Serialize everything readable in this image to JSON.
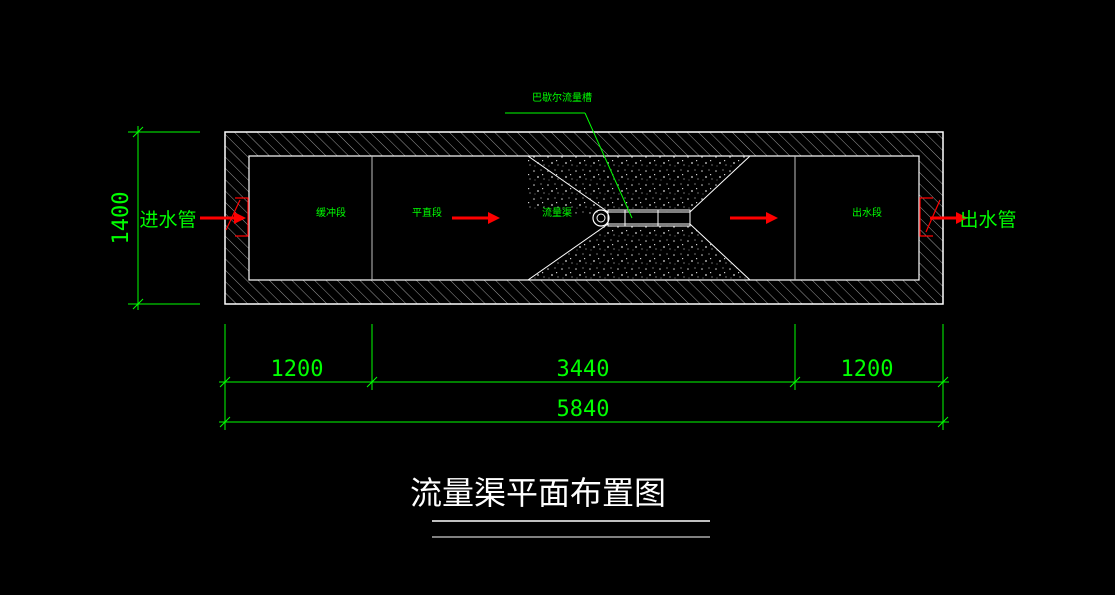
{
  "drawing": {
    "title": "流量渠平面布置图",
    "inlet_label": "进水管",
    "outlet_label": "出水管",
    "flume_callout": "巴歇尔流量槽",
    "sections": {
      "buffer": "缓冲段",
      "straight": "平直段",
      "flume": "流量渠",
      "outlet": "出水段"
    },
    "dimensions": {
      "height": "1400",
      "left": "1200",
      "middle": "3440",
      "right": "1200",
      "total": "5840"
    }
  },
  "colors": {
    "background": "#000000",
    "outline": "#ffffff",
    "dimension": "#00ff00",
    "label": "#00ff00",
    "flow_arrow": "#ff0000",
    "pipe": "#ff0000",
    "fill": "#808080"
  }
}
